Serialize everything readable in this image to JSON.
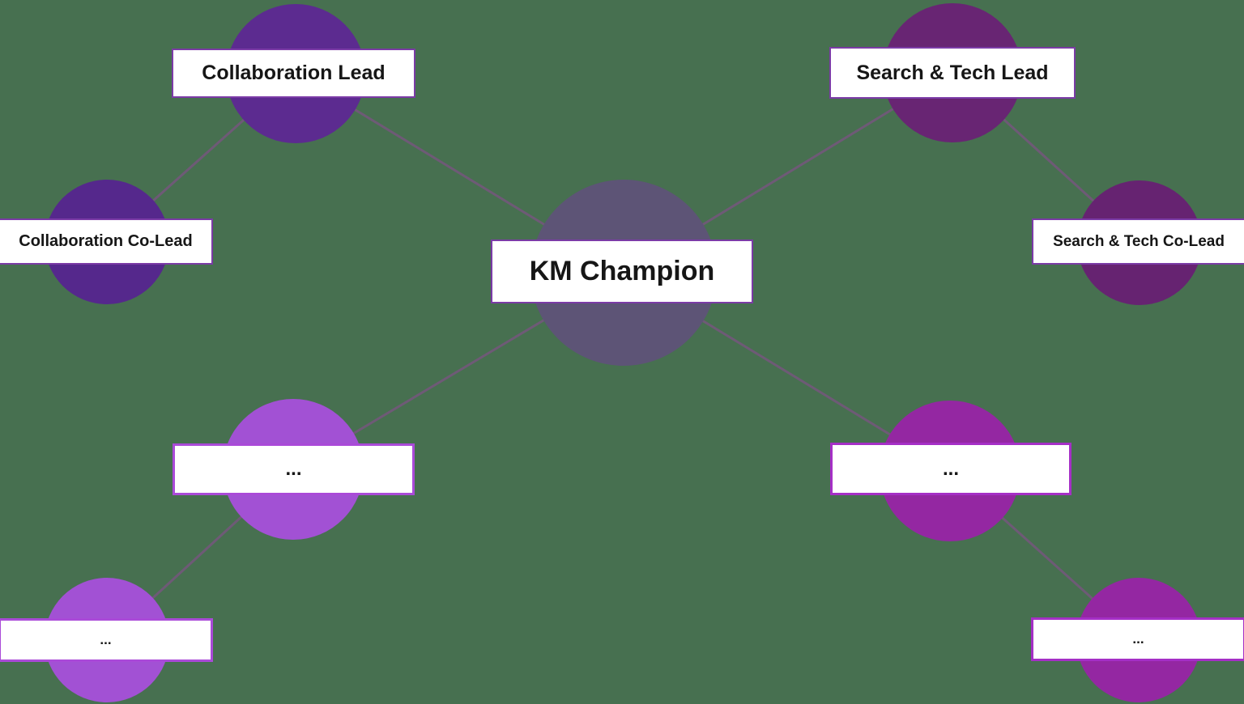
{
  "background_color": "#477050",
  "connector_color": "#6e5a76",
  "diagram": {
    "type": "org-chart",
    "center_node": "KM Champion",
    "nodes": [
      {
        "id": "km-champion",
        "label": "KM Champion",
        "circle_color": "#5d5476",
        "box_border_color": "#7b3ba6"
      },
      {
        "id": "collaboration-lead",
        "label": "Collaboration Lead",
        "circle_color": "#5c2b90",
        "box_border_color": "#7b3ba6"
      },
      {
        "id": "collaboration-co-lead",
        "label": "Collaboration Co-Lead",
        "circle_color": "#55288c",
        "box_border_color": "#7b3ba6"
      },
      {
        "id": "search-tech-lead",
        "label": "Search & Tech Lead",
        "circle_color": "#682573",
        "box_border_color": "#7b3ba6"
      },
      {
        "id": "search-tech-co-lead",
        "label": "Search & Tech Co-Lead",
        "circle_color": "#662371",
        "box_border_color": "#7b3ba6"
      },
      {
        "id": "collaboration-member",
        "label": "...",
        "circle_color": "#a251d4",
        "box_border_color": "#aa4ad8"
      },
      {
        "id": "collaboration-member-2",
        "label": "...",
        "circle_color": "#a251d4",
        "box_border_color": "#aa4ad8"
      },
      {
        "id": "search-tech-member",
        "label": "...",
        "circle_color": "#9427a2",
        "box_border_color": "#a52fc6"
      },
      {
        "id": "search-tech-member-2",
        "label": "...",
        "circle_color": "#9427a2",
        "box_border_color": "#a52fc6"
      }
    ],
    "edges": [
      {
        "from": "km-champion",
        "to": "collaboration-lead"
      },
      {
        "from": "km-champion",
        "to": "search-tech-lead"
      },
      {
        "from": "km-champion",
        "to": "collaboration-member"
      },
      {
        "from": "km-champion",
        "to": "search-tech-member"
      },
      {
        "from": "collaboration-lead",
        "to": "collaboration-co-lead"
      },
      {
        "from": "search-tech-lead",
        "to": "search-tech-co-lead"
      },
      {
        "from": "collaboration-member",
        "to": "collaboration-member-2"
      },
      {
        "from": "search-tech-member",
        "to": "search-tech-member-2"
      }
    ]
  }
}
